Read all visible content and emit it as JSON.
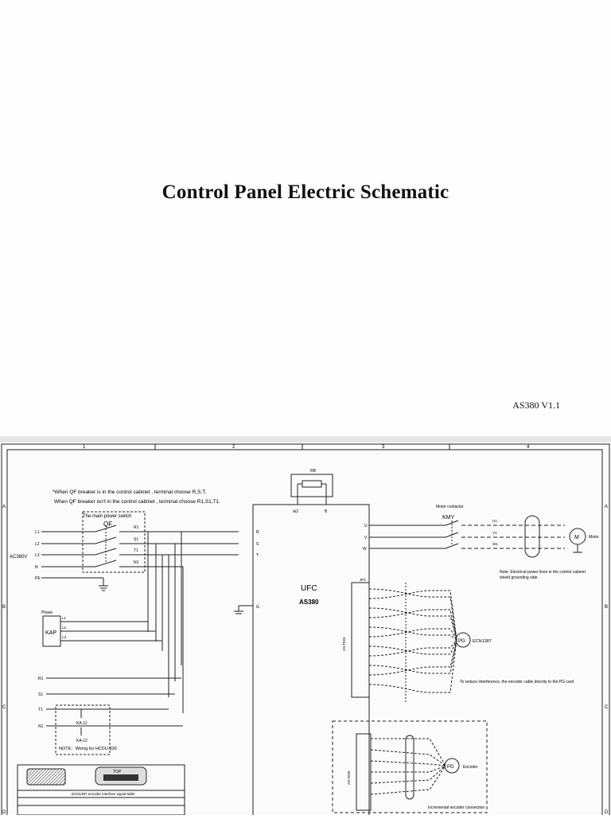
{
  "cover": {
    "title": "Control Panel Electric Schematic",
    "version": "AS380   V1.1"
  },
  "schematic": {
    "grid_cols": [
      "1",
      "2",
      "3",
      "4"
    ],
    "grid_rows": [
      "A",
      "B",
      "C",
      "D"
    ],
    "notes": {
      "qf_line1": "*When QF breaker is in the control cabinet , terminal choose R,S,T.",
      "qf_line2": "When QF breaker isn't in the control cabinet , terminal choose R1,S1,T1.",
      "main_switch": "The main power switch",
      "shield": "Note: Electrical power lines in the control cabinet",
      "shield2": "shield grounding side.",
      "interference": "To reduce interference, the encoder cable directly to the PG card",
      "wiring": "NOTE：Wiring for HCDU-330",
      "incremental": "Incremental encoder connection",
      "table_caption": "ECN1387 encoder interface signal table"
    },
    "labels": {
      "qf": "QF",
      "supply": "AC380V",
      "rb": "RB",
      "ufc": "UFC",
      "model": "AS380",
      "motor_contactor": "Motor contactor",
      "kmy": "KMY",
      "motor": "Motor",
      "m": "M",
      "pg": "PG",
      "encoder_model": "ECN1387",
      "encoder": "Encoder",
      "phase": "Phase",
      "kap": "KAP",
      "ka11": "KA-11",
      "ka12": "KA-12",
      "top": "TOP",
      "jp2": "JP2",
      "as_t024": "AS.T024",
      "as_t025": "AS.T025",
      "lines_in": [
        "L1",
        "L2",
        "L3",
        "N",
        "PE"
      ],
      "breaker_out": [
        "R1",
        "S1",
        "T1",
        "N1"
      ],
      "ufc_in": [
        "R",
        "S",
        "T"
      ],
      "ufc_top": [
        "⊕2",
        "B"
      ],
      "ufc_out": [
        "U",
        "V",
        "W"
      ],
      "motor_terms": [
        "U1",
        "V1",
        "W1"
      ],
      "ground_g": "G",
      "kap_terms": [
        "L1",
        "L2",
        "L3"
      ],
      "aux": [
        "R1",
        "S1",
        "T1",
        "N1"
      ]
    }
  }
}
